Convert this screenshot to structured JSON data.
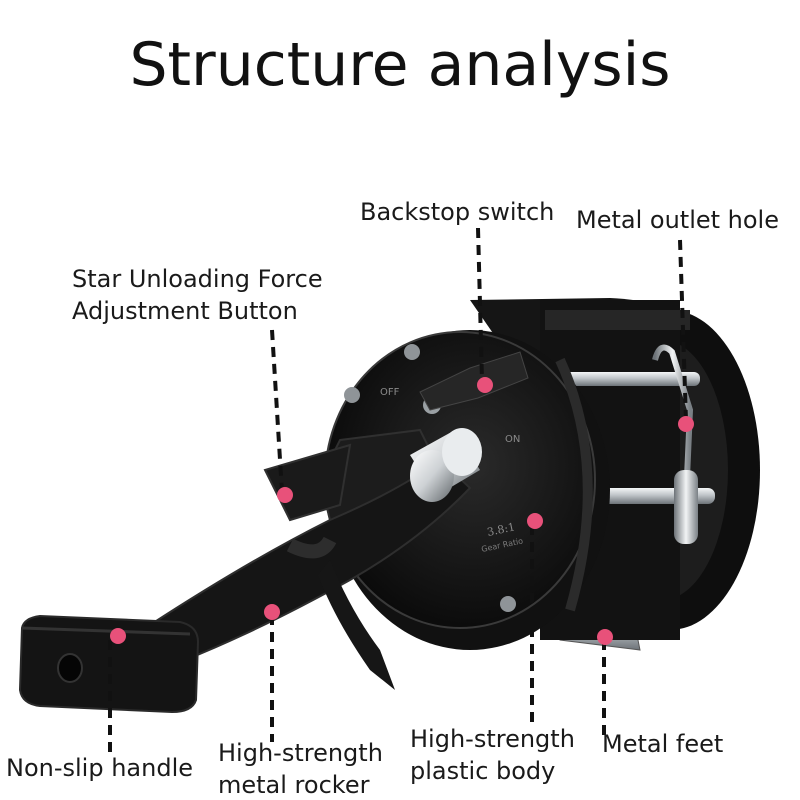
{
  "title": "Structure analysis",
  "labels": {
    "backstop": "Backstop switch",
    "outlet": "Metal outlet hole",
    "star_line1": "Star Unloading Force",
    "star_line2": "Adjustment Button",
    "handle": "Non-slip handle",
    "rocker_line1": "High-strength",
    "rocker_line2": "metal rocker",
    "body_line1": "High-strength",
    "body_line2": "plastic body",
    "feet": "Metal feet"
  },
  "reel_markings": {
    "off": "OFF",
    "on": "ON",
    "ratio": "3.8:1",
    "gear_ratio": "Gear Ratio"
  },
  "colors": {
    "marker": "#e8517a",
    "reel_body": "#141414",
    "chrome": "#cfd3d6",
    "text": "#1a1a1a"
  }
}
